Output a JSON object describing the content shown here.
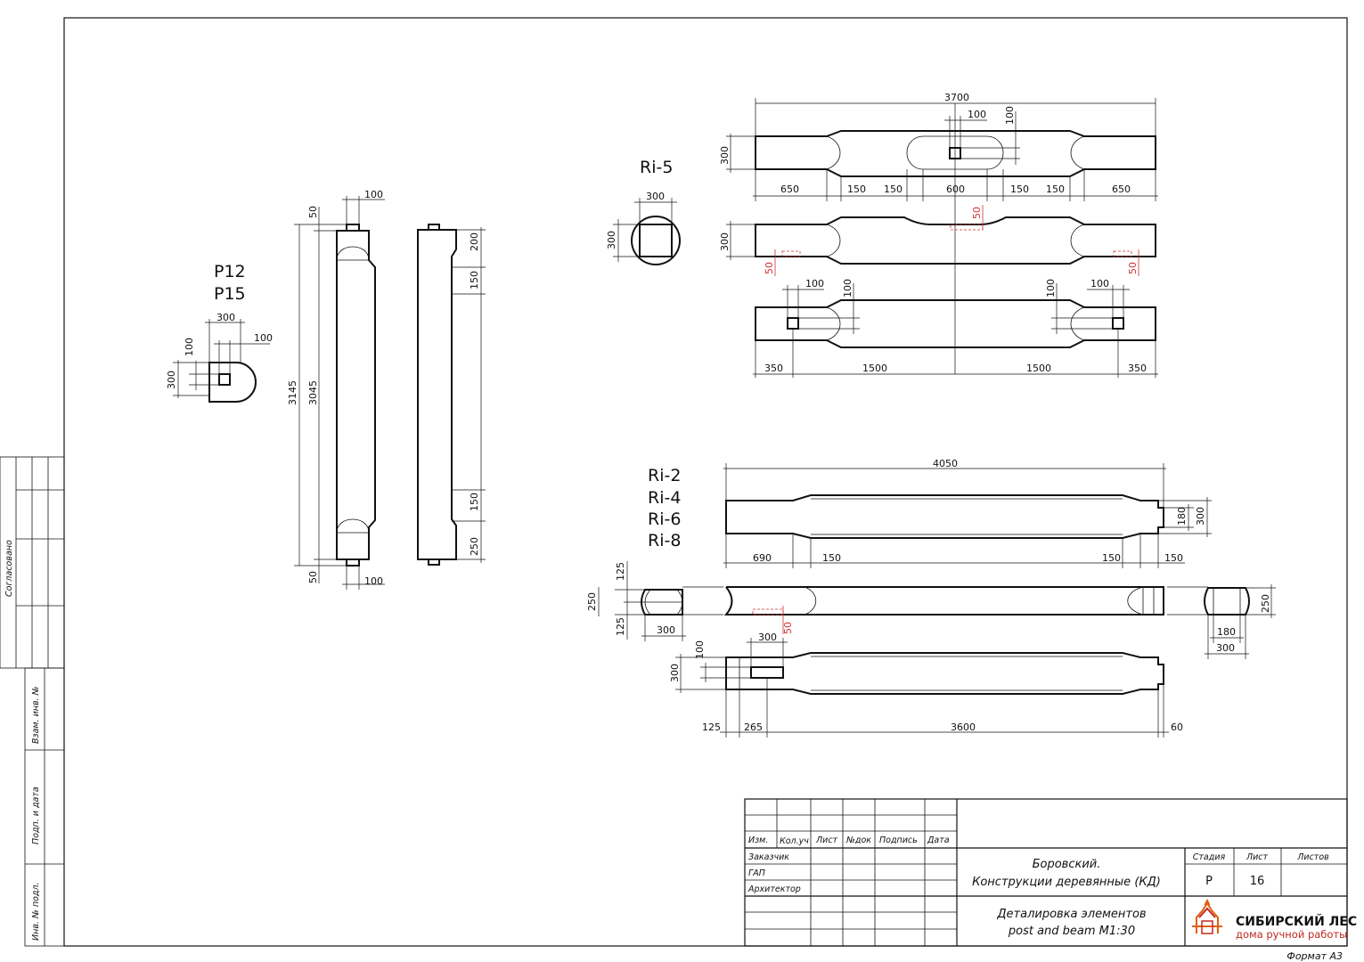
{
  "labels": {
    "p12": "P12",
    "p15": "P15",
    "ri5": "Ri-5",
    "ri2": "Ri-2",
    "ri4": "Ri-4",
    "ri6": "Ri-6",
    "ri8": "Ri-8"
  },
  "dims": {
    "d100": "100",
    "d300": "300",
    "d50": "50",
    "d150": "150",
    "d200": "200",
    "d250": "250",
    "d3145": "3145",
    "d3045": "3045",
    "d3700": "3700",
    "d650": "650",
    "d600": "600",
    "d350": "350",
    "d1500": "1500",
    "d4050": "4050",
    "d690": "690",
    "d180": "180",
    "d125": "125",
    "d265": "265",
    "d3600": "3600",
    "d60": "60"
  },
  "side_stamps": {
    "soglasovano": "Согласовано",
    "vzam": "Взам. инв. №",
    "podp": "Подп. и дата",
    "inv": "Инв. № подл."
  },
  "title_block": {
    "col_izm": "Изм.",
    "col_kol": "Кол.уч",
    "col_list": "Лист",
    "col_ndok": "№док",
    "col_podpis": "Подпись",
    "col_data": "Дата",
    "row_zakazchik": "Заказчик",
    "row_gap": "ГАП",
    "row_arhitektor": "Архитектор",
    "project_line1": "Боровский.",
    "project_line2": "Конструкции деревянные (КД)",
    "stage_header": "Стадия",
    "sheet_header": "Лист",
    "sheets_header": "Листов",
    "stage_value": "Р",
    "sheet_value": "16",
    "sheet_title_line1": "Деталировка элементов",
    "sheet_title_line2": "post and beam М1:30",
    "company_name": "СИБИРСКИЙ ЛЕС",
    "company_tagline": "дома ручной работы",
    "format": "Формат А3"
  },
  "colors": {
    "line": "#111111",
    "accent_red": "#d03030",
    "logo_orange": "#e06010",
    "logo_red": "#c0281e"
  }
}
